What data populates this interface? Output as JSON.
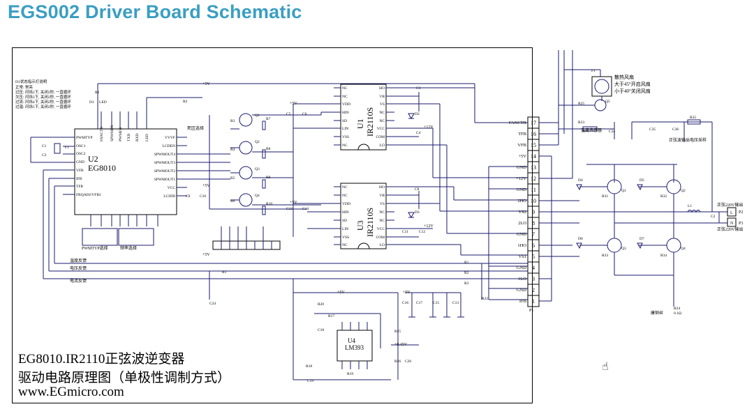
{
  "page": {
    "title": "EGS002 Driver Board Schematic"
  },
  "caption": {
    "line1": "EG8010.IR2110正弦波逆变器",
    "line2": "驱动电路原理图（单极性调制方式）",
    "line3": "www.EGmicro.com"
  },
  "u2": {
    "ref": "U2",
    "part": "EG8010",
    "left_pins": [
      "PWMTYP",
      "OSC1",
      "OSC2",
      "GND",
      "VFB",
      "IFB",
      "TFB",
      "FRQADJ/VFB2"
    ],
    "right_pins": [
      "VVVF",
      "LCDEN",
      "SPWMOUT4",
      "SPWMOUT3",
      "SPWMOUT2",
      "SPWMOUT1",
      "VCC",
      "LCDDI"
    ],
    "top_pins": [
      "FANCTR",
      "SPWMEN",
      "PWMEN",
      "TXD",
      "RXD",
      "LED"
    ]
  },
  "u1": {
    "ref": "U1",
    "part": "IR2110S",
    "left_pins": [
      "NC",
      "NC",
      "VDD",
      "HIN",
      "SD",
      "LIN",
      "VSS",
      "NC"
    ],
    "right_pins": [
      "HO",
      "VB",
      "VS",
      "NC",
      "NC",
      "VCC",
      "COM",
      "LO"
    ]
  },
  "u3": {
    "ref": "U3",
    "part": "IR2110S",
    "left_pins": [
      "NC",
      "NC",
      "VDD",
      "HIN",
      "SD",
      "LIN",
      "VSS",
      "NC"
    ],
    "right_pins": [
      "HO",
      "VB",
      "VS",
      "NC",
      "NC",
      "VCC",
      "COM",
      "LO"
    ]
  },
  "p1": {
    "ref": "P1",
    "pins": [
      {
        "num": "17",
        "label": "FANCTR"
      },
      {
        "num": "16",
        "label": "TFB"
      },
      {
        "num": "15",
        "label": "VFB"
      },
      {
        "num": "14",
        "label": "+5V"
      },
      {
        "num": "13",
        "label": "GND"
      },
      {
        "num": "12",
        "label": "+12V"
      },
      {
        "num": "11",
        "label": "GND"
      },
      {
        "num": "10",
        "label": "2HO"
      },
      {
        "num": "9",
        "label": "VS2"
      },
      {
        "num": "8",
        "label": "2LO"
      },
      {
        "num": "7",
        "label": "GND"
      },
      {
        "num": "6",
        "label": "1HO"
      },
      {
        "num": "5",
        "label": "VS1"
      },
      {
        "num": "4",
        "label": "GND"
      },
      {
        "num": "3",
        "label": "1LO"
      },
      {
        "num": "2",
        "label": "GND"
      },
      {
        "num": "1",
        "label": "IFB"
      }
    ]
  },
  "u4": {
    "ref": "U4",
    "part": "LM393"
  },
  "fan": {
    "line1": "散热风扇",
    "line2": "大于45°开启风扇",
    "line3": "小于40°关闭风扇"
  },
  "nets": {
    "temp_feedback": "温度反馈",
    "voltage_feedback": "电压反馈",
    "current_feedback": "电流反馈",
    "output_label": "正弦220V输出",
    "fb_sample_label": "正弦波输出电压采样",
    "shunt": "康铜丝",
    "deadtime": "死区选择",
    "thermistor": "温度传感器",
    "pwm_select": "PWMTYP选择",
    "freq_select": "频率选择",
    "ir2110": "IR2110S"
  }
}
